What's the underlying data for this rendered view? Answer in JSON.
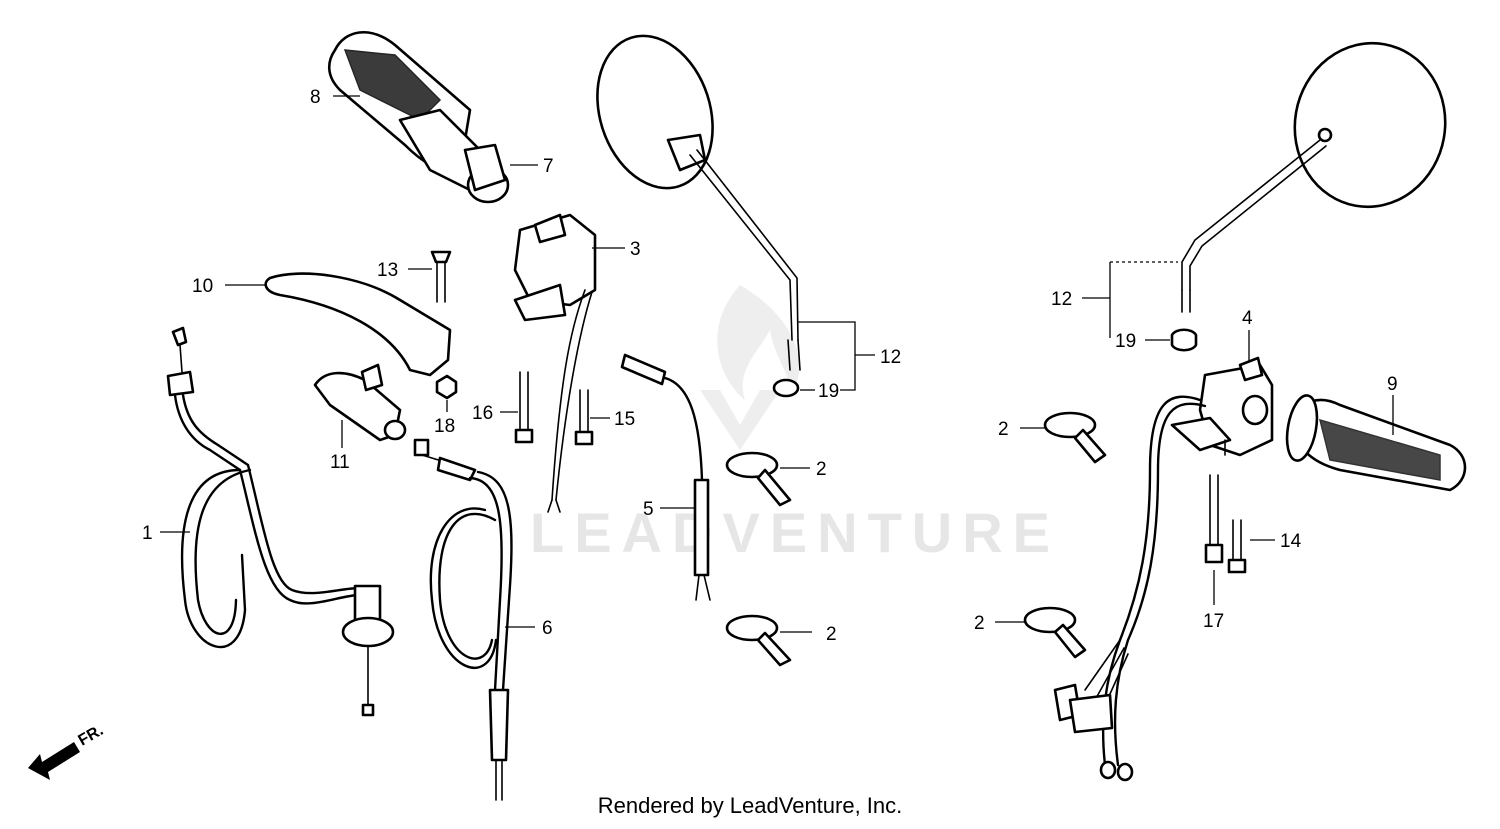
{
  "diagram": {
    "watermark": "LEADVENTURE",
    "direction_label": "FR.",
    "footer": "Rendered by LeadVenture, Inc.",
    "callouts": {
      "c1": "1",
      "c2a": "2",
      "c2b": "2",
      "c2c": "2",
      "c2d": "2",
      "c3": "3",
      "c4": "4",
      "c5": "5",
      "c6": "6",
      "c7": "7",
      "c8": "8",
      "c9": "9",
      "c10": "10",
      "c11": "11",
      "c12a": "12",
      "c12b": "12",
      "c13": "13",
      "c14": "14",
      "c15": "15",
      "c16": "16",
      "c17": "17",
      "c18": "18",
      "c19a": "19",
      "c19b": "19"
    }
  }
}
